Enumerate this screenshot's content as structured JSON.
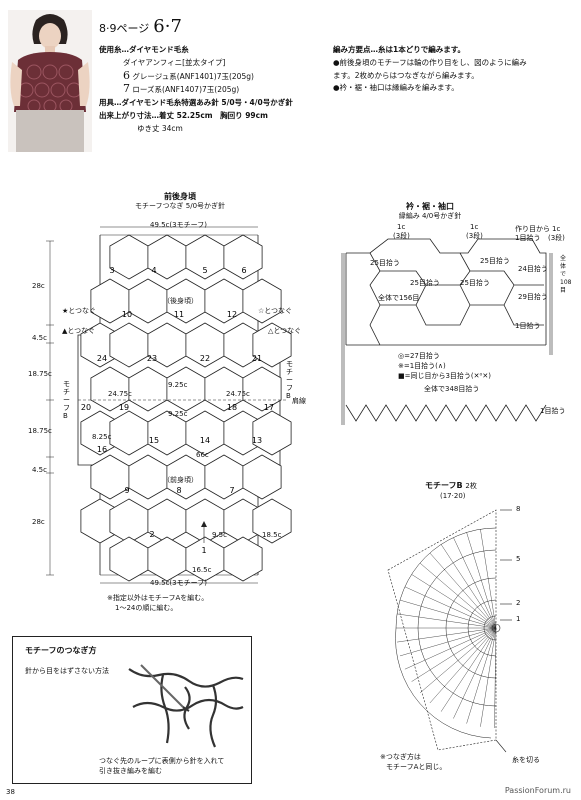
{
  "header": {
    "pages_label": "8·9ページ",
    "numbers": "6·7"
  },
  "materials": {
    "yarn_label": "使用糸…ダイヤモンド毛糸",
    "yarn_name": "ダイヤアンフィニ[並太タイプ]",
    "item6": "グレージュ系(ANF1401)7玉(205g)",
    "item7": "ローズ系(ANF1407)7玉(205g)",
    "tools": "用具…ダイヤモンド毛糸特選あみ針 5/0号・4/0号かぎ針",
    "size": "出来上がり寸法…着丈 52.25cm　胸回り 99cm",
    "sleeve": "ゆき丈 34cm",
    "num6": "6",
    "num7": "7"
  },
  "notes": {
    "title": "編み方要点…糸は1本どりで編みます。",
    "line1": "●前後身頃のモチーフは輪の作り目をし、図のように編み",
    "line2": "ます。2枚めからはつなぎながら編みます。",
    "line3": "●衿・裾・袖口は縁編みを編みます。"
  },
  "body_diagram": {
    "title": "前後身頃",
    "subtitle": "モチーフつなぎ 5/0号かぎ針",
    "top_width": "49.5c(3モチーフ)",
    "bottom_width": "49.5c(3モチーフ)",
    "back_label": "（後身頃）",
    "front_label": "（前身頃）",
    "dim_28c_top": "28c",
    "dim_45c_top": "4.5c",
    "dim_1875_a": "18.75c",
    "dim_1875_b": "18.75c",
    "dim_45c_bottom": "4.5c",
    "dim_28c_bottom": "28c",
    "tsunagu1": "★とつなぐ",
    "tsunagu2": "▲とつなぐ",
    "tsunagu3": "☆とつなぐ",
    "tsunagu4": "△とつなぐ",
    "motif_b_left": "モチーフB",
    "motif_b_right": "モチーフB",
    "shoulder": "肩線",
    "d2475a": "24.75c",
    "d2475b": "24.75c",
    "d925a": "9.25c",
    "d925b": "9.25c",
    "d825": "8.25c",
    "d66": "66c",
    "d165": "16.5c",
    "d95": "9.5c",
    "d185": "18.5c",
    "note1": "※指定以外はモチーフAを編む。",
    "note2": "1～24の順に編む。",
    "motifs": [
      "1",
      "2",
      "3",
      "4",
      "5",
      "6",
      "7",
      "8",
      "9",
      "10",
      "11",
      "12",
      "13",
      "14",
      "15",
      "16",
      "17",
      "18",
      "19",
      "20",
      "21",
      "22",
      "23",
      "24"
    ]
  },
  "edge_diagram": {
    "title": "衿・裾・袖口",
    "subtitle": "縁編み 4/0号かぎ針",
    "pick25a": "25目拾う",
    "pick25b": "25目拾う",
    "pick25c": "25目拾う",
    "pick25d": "25目拾う",
    "pick24": "24目拾う",
    "pick29": "29目拾う",
    "pick1a": "1目拾う",
    "pick1b": "1目拾う",
    "total156": "全体で156目",
    "total348": "全体で348目拾う",
    "c1a": "1c",
    "c3a": "(3段)",
    "c1b": "1c",
    "c3b": "(3段)",
    "c1c": "1c",
    "c3c": "(3段)",
    "start": "作り目から",
    "start2": "1目拾う",
    "all108": "全体で108目",
    "legend1": "◎=27目拾う",
    "legend2": "※=1目拾う(∧)",
    "legend3": "■=同じ目から3目拾う(✕⁰✕)"
  },
  "motif_b": {
    "title": "モチーフB",
    "count": "2枚",
    "range": "(17·20)",
    "row8": "8",
    "row5": "5",
    "row2": "2",
    "row1": "1",
    "note1": "※つなぎ方は",
    "note2": "モチーフAと同じ。",
    "cut": "糸を切る"
  },
  "join": {
    "title": "モチーフのつなぎ方",
    "subtitle": "針から目をはずさない方法",
    "caption1": "つなぐ先のループに表側から針を入れて",
    "caption2": "引き抜き編みを編む"
  },
  "footer": {
    "page": "38",
    "watermark": "PassionForum.ru"
  }
}
